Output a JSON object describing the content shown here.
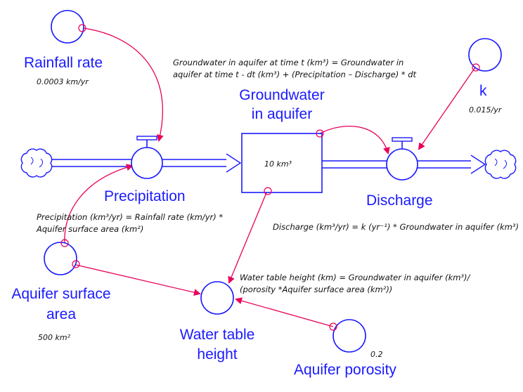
{
  "labels": {
    "rainfall_rate": "Rainfall rate",
    "k": "k",
    "groundwater_line1": "Groundwater",
    "groundwater_line2": "in aquifer",
    "precipitation": "Precipitation",
    "discharge": "Discharge",
    "aquifer_area_line1": "Aquifer surface",
    "aquifer_area_line2": "area",
    "water_table_line1": "Water table",
    "water_table_line2": "height",
    "aquifer_porosity": "Aquifer porosity"
  },
  "values": {
    "rainfall_rate": "0.0003 km/yr",
    "k": "0.015/yr",
    "stock": "10 km³",
    "aquifer_area": "500 km²",
    "porosity": "0.2"
  },
  "equations": {
    "groundwater_line1": "Groundwater in aquifer at time t (km³) = Groundwater in",
    "groundwater_line2": "aquifer at time t - dt (km³) + (Precipitation – Discharge) * dt",
    "precipitation_line1": "Precipitation (km³/yr)  = Rainfall rate (km/yr) *",
    "precipitation_line2": "Aquifer surface area (km²)",
    "discharge": "Discharge (km³/yr) = k (yr⁻¹) * Groundwater in aquifer (km³)",
    "water_table_line1": "Water table height (km) = Groundwater in aquifer (km³)/",
    "water_table_line2": "(porosity *Aquifer surface area (km²))"
  },
  "colors": {
    "label": "#1a1aff",
    "connector": "#e8005a",
    "node_stroke": "#1a1aff"
  }
}
